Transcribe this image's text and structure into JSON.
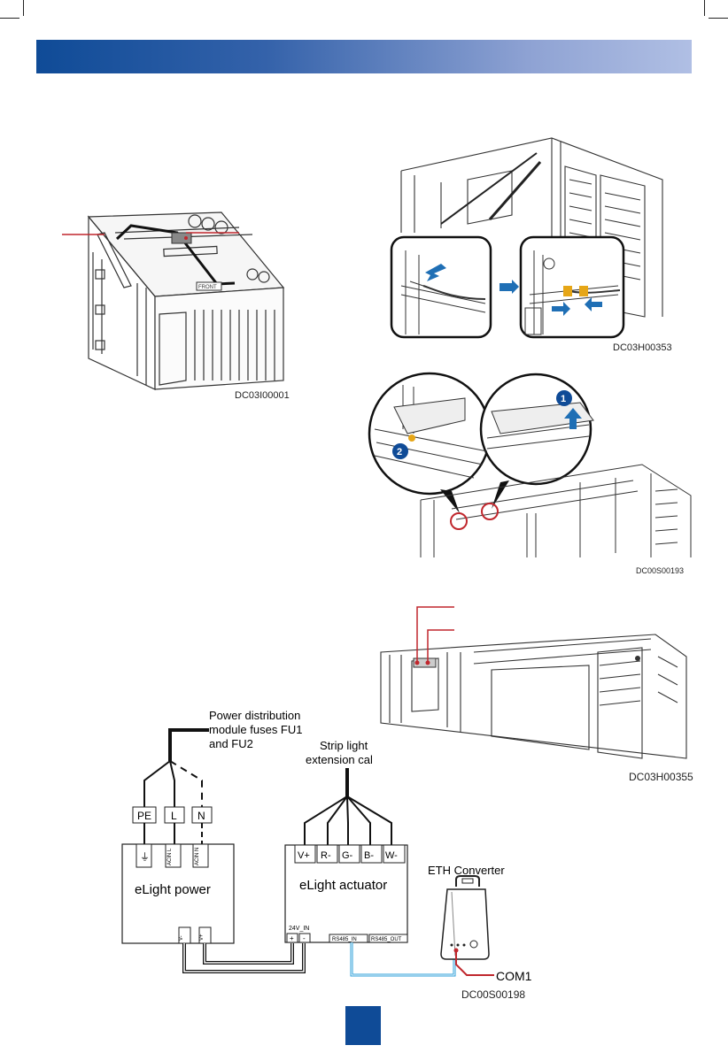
{
  "figures": {
    "cabinet_top_id": "DC03I00001",
    "cable_route_id": "DC03H00353",
    "bracket_install_id": "DC00S00193",
    "fuse_location_id": "DC03H00355",
    "wiring_id": "DC00S00198"
  },
  "cabinet_label": "FRONT",
  "wiring": {
    "power_source": "Power distribution module fuses FU1 and FU2",
    "power_source_lines": [
      "Power distribution",
      "module fuses FU1",
      "and FU2"
    ],
    "strip_light_lines": [
      "Strip light",
      "extension cal"
    ],
    "top_terminals": [
      "PE",
      "L",
      "N"
    ],
    "power_box_label": "eLight power",
    "power_box_terminals": [
      "⏚",
      "ACIN L",
      "ACIN N"
    ],
    "power_box_outputs": [
      "V-",
      "V+"
    ],
    "actuator_label": "eLight actuator",
    "actuator_terminals": [
      "V+",
      "R-",
      "G-",
      "B-",
      "W-"
    ],
    "actuator_input_label": "24V_IN",
    "actuator_input_terminals": [
      "+",
      "-"
    ],
    "actuator_ports": [
      "RS485_IN",
      "RS485_OUT"
    ],
    "converter_label": "ETH Converter",
    "com_label": "COM1"
  },
  "callouts": {
    "step1": "1",
    "step2": "2"
  },
  "colors": {
    "header_start": "#0f4b97",
    "header_end": "#b0bfe4",
    "callout_red": "#c0272d",
    "rs485_cable": "#2b9fd8",
    "arrow_blue": "#1f6fb5",
    "badge": "#0f4b97"
  }
}
